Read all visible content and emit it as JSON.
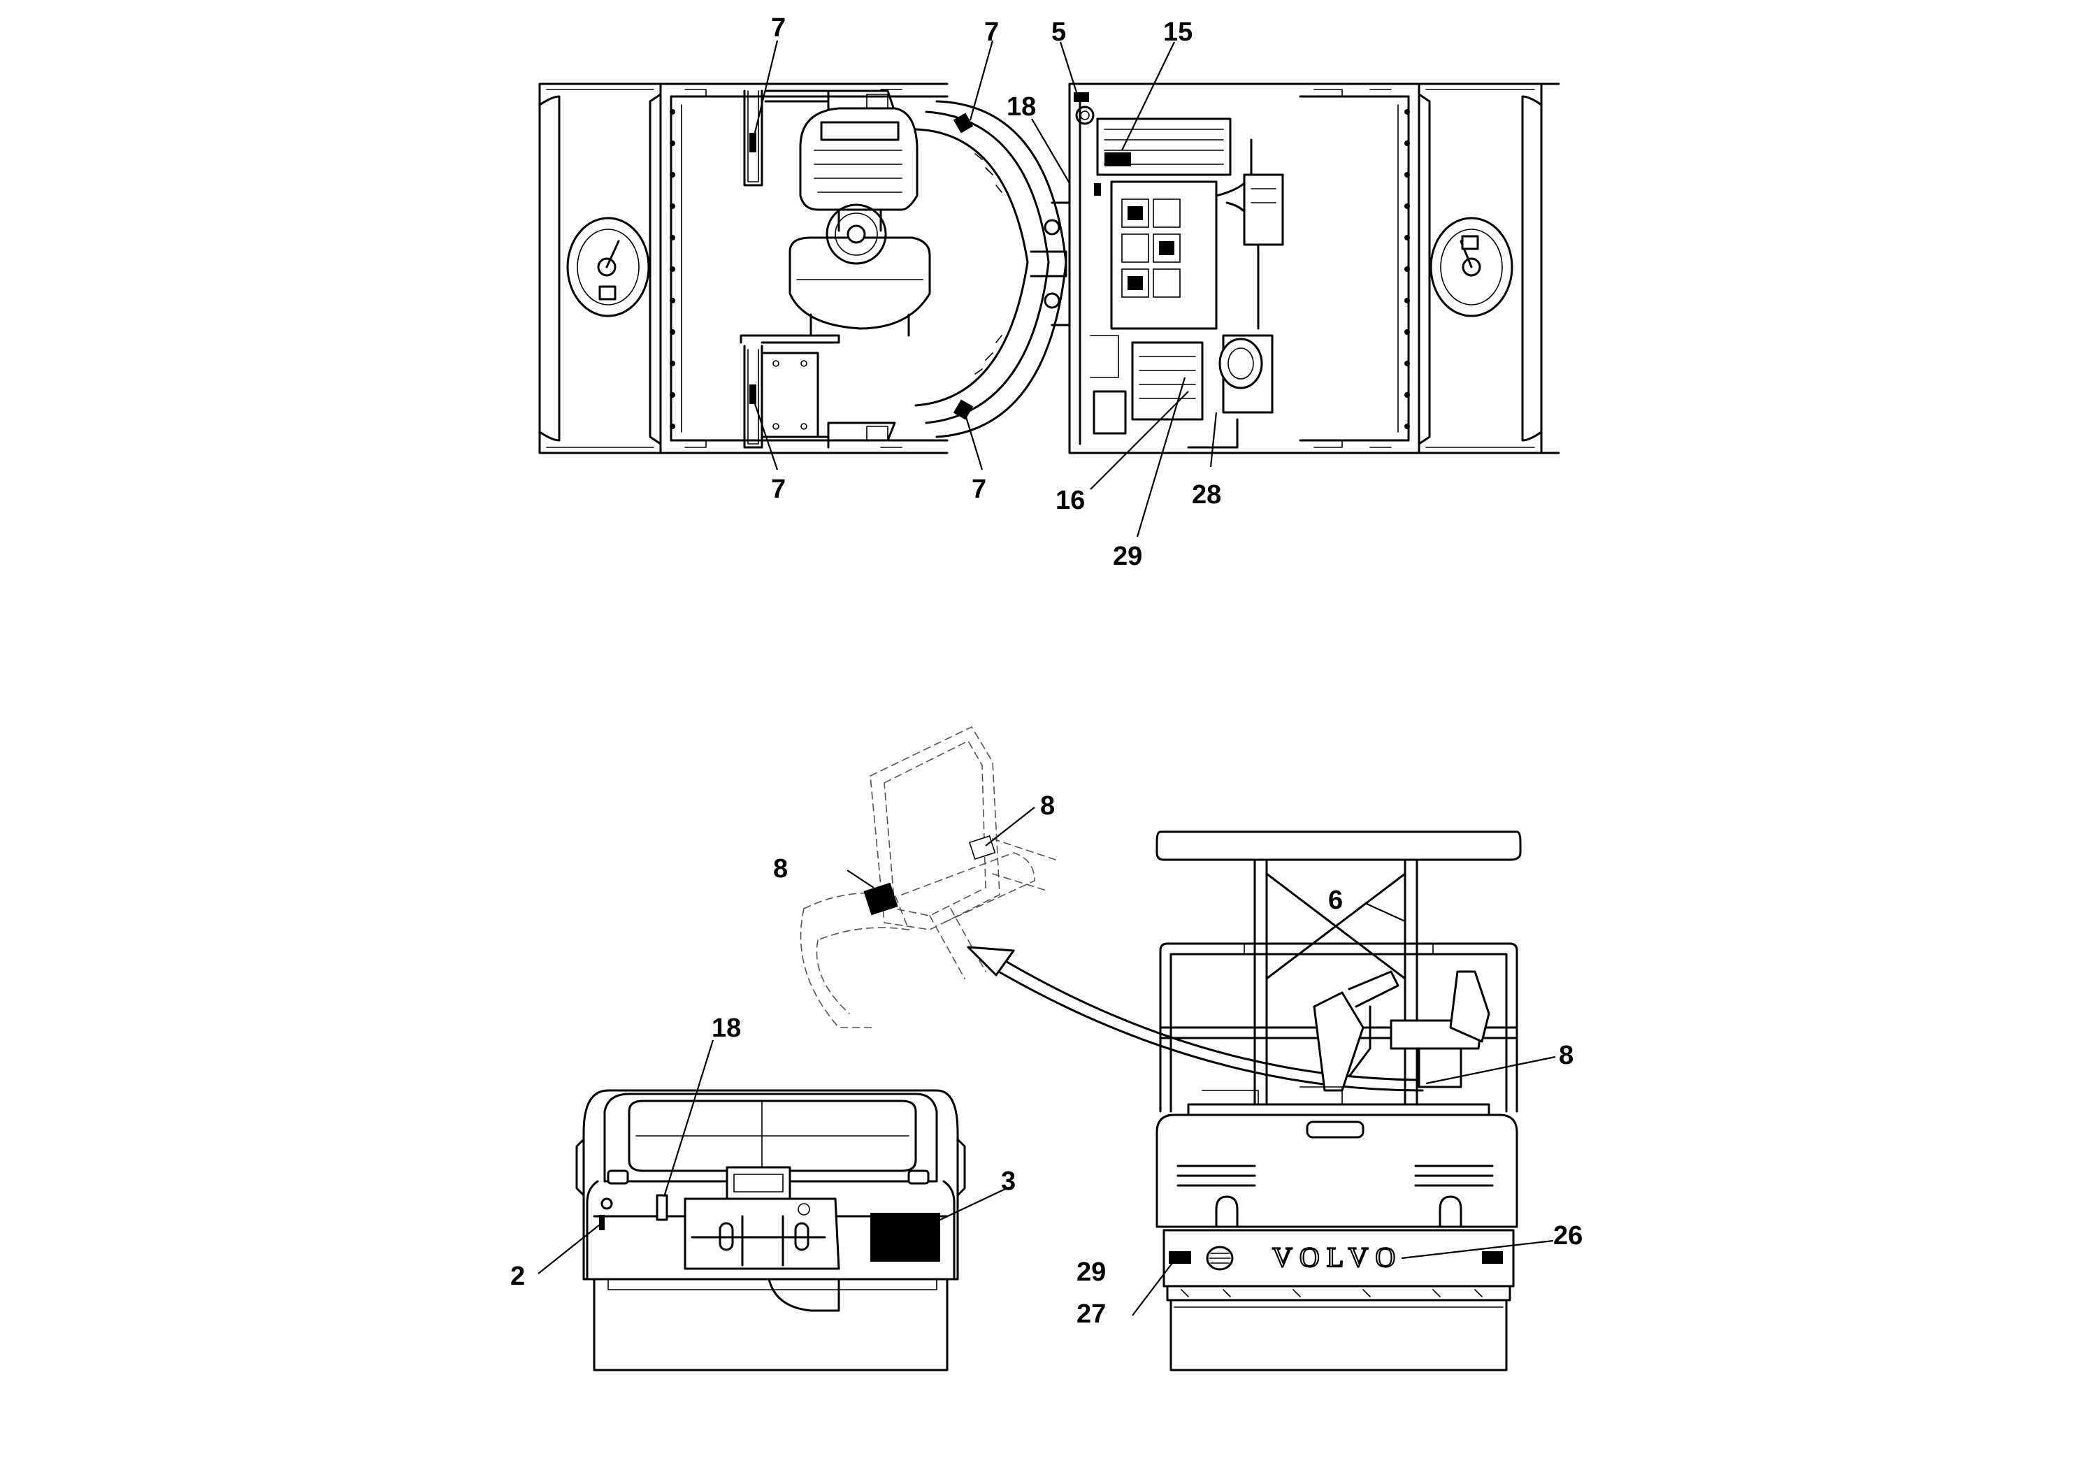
{
  "callouts": {
    "top_left_upper": "7",
    "top_mid_upper": "7",
    "top_left_lower": "7",
    "top_mid_lower": "7",
    "c5": "5",
    "c15": "15",
    "c18_top": "18",
    "c16": "16",
    "c28": "28",
    "c29_top": "29",
    "c8_right": "8",
    "c8_left": "8",
    "c6": "6",
    "c8_machine": "8",
    "c18_rear": "18",
    "c3": "3",
    "c2": "2",
    "c26": "26",
    "c29_front": "29",
    "c27": "27"
  },
  "logo": {
    "brand": "VOLVO"
  },
  "colors": {
    "line": "#000000",
    "background": "#ffffff",
    "ghost": "#555555"
  }
}
